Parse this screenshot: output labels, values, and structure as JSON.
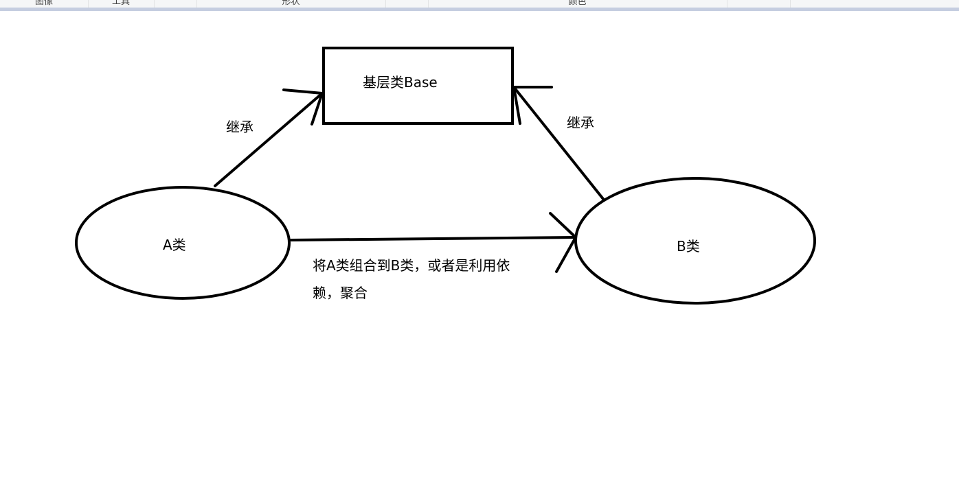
{
  "ribbon": {
    "groups": [
      "图像",
      "工具",
      "形状",
      "颜色"
    ]
  },
  "diagram": {
    "base": "基层类Base",
    "class_a": "A类",
    "class_b": "B类",
    "inherit_left": "继承",
    "inherit_right": "继承",
    "relation_line1": "将A类组合到B类，或者是利用依",
    "relation_line2": "赖，聚合"
  }
}
